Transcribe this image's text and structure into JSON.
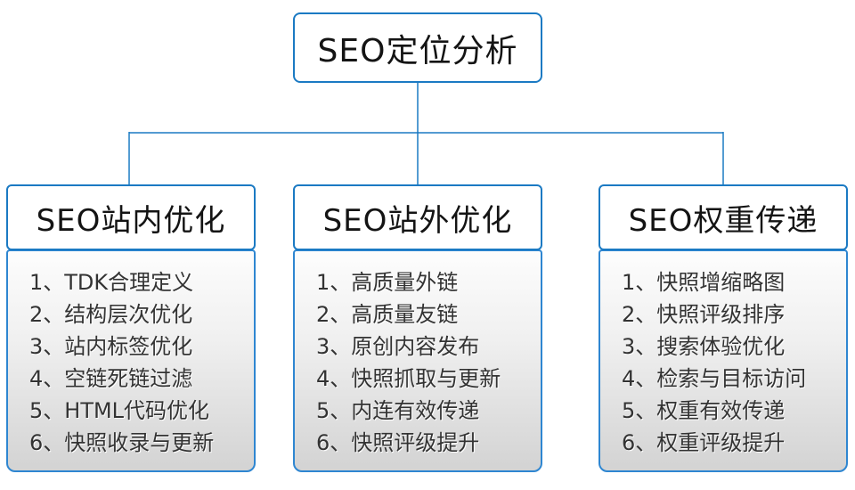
{
  "root": {
    "title": "SEO定位分析"
  },
  "columns": [
    {
      "title": "SEO站内优化",
      "items": [
        "1、TDK合理定义",
        "2、结构层次优化",
        "3、站内标签优化",
        "4、空链死链过滤",
        "5、HTML代码优化",
        "6、快照收录与更新"
      ]
    },
    {
      "title": "SEO站外优化",
      "items": [
        "1、高质量外链",
        "2、高质量友链",
        "3、原创内容发布",
        "4、快照抓取与更新",
        "5、内连有效传递",
        "6、快照评级提升"
      ]
    },
    {
      "title": "SEO权重传递",
      "items": [
        "1、快照增缩略图",
        "2、快照评级排序",
        "3、搜索体验优化",
        "4、检索与目标访问",
        "5、权重有效传递",
        "6、权重评级提升"
      ]
    }
  ],
  "colors": {
    "connector": "#1b7ac3",
    "node_border": "#1b7ac3",
    "list_border": "#2e86d1"
  }
}
